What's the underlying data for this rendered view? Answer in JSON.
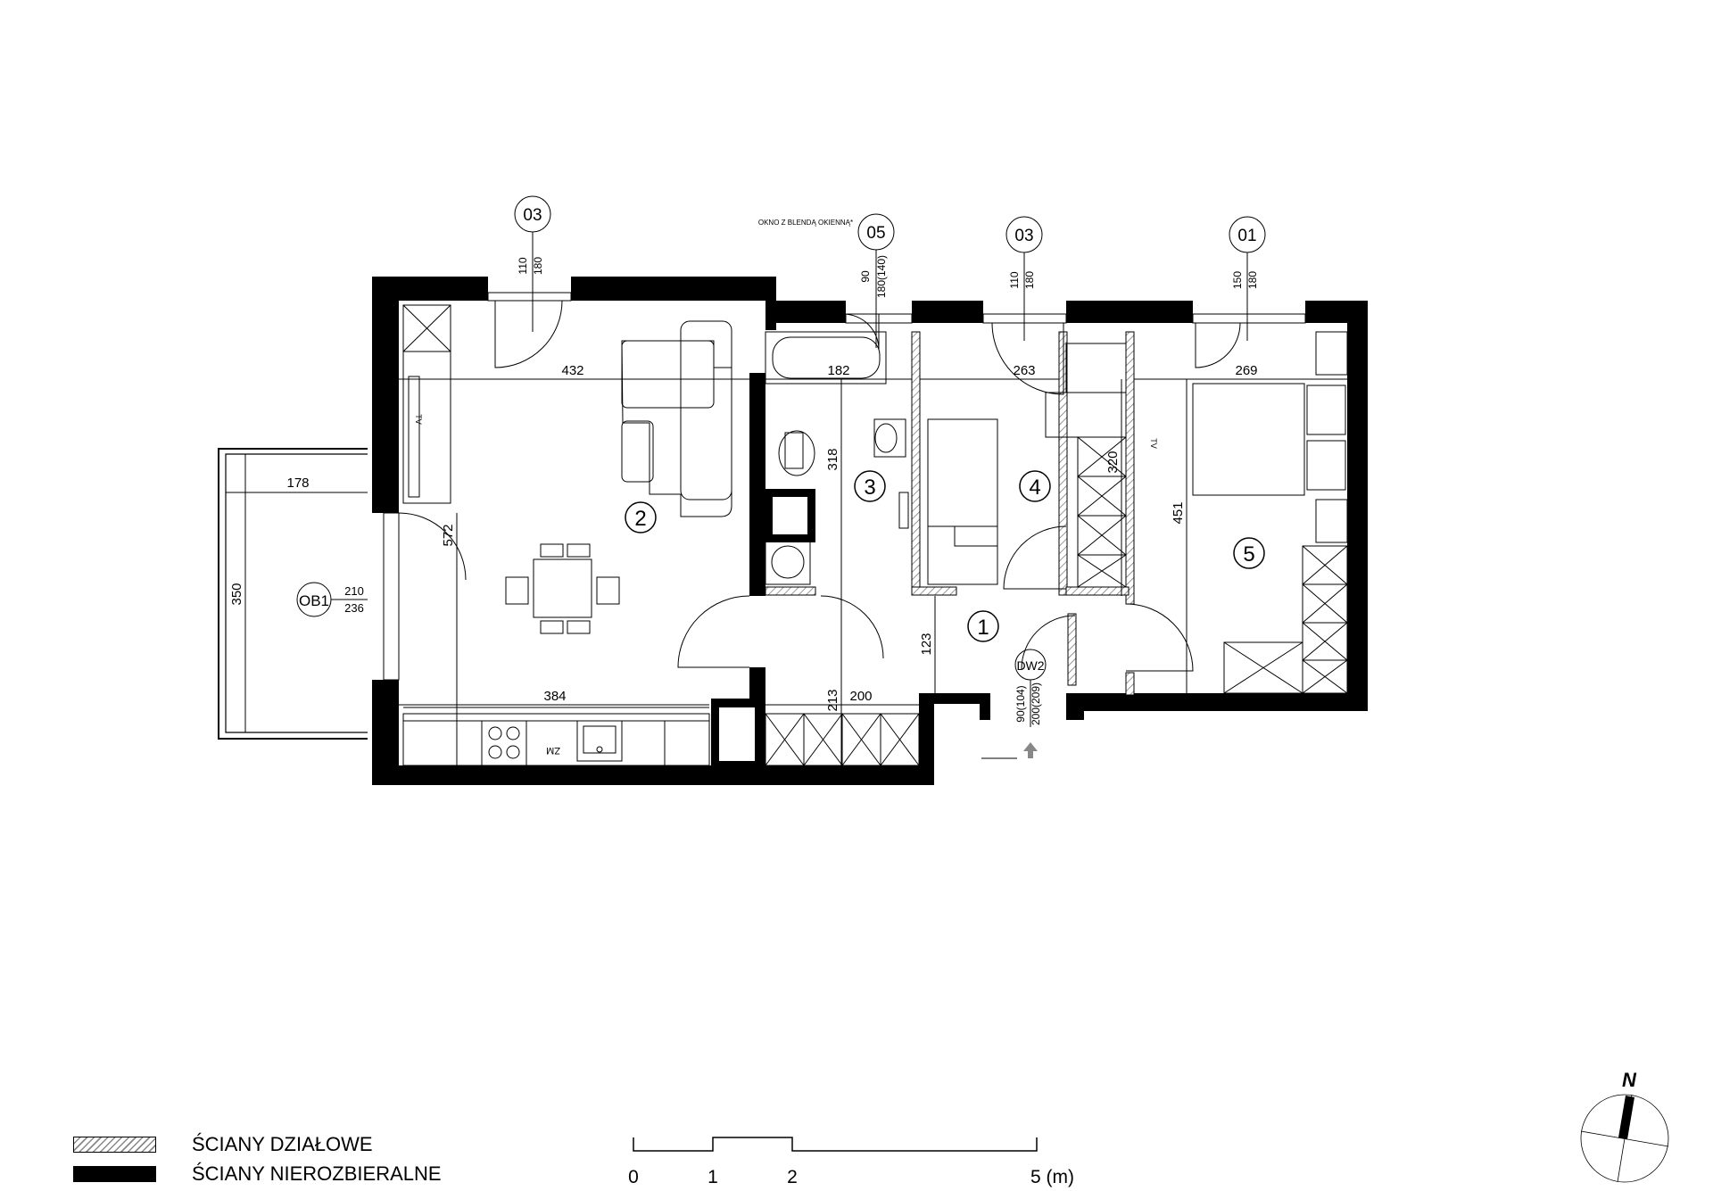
{
  "colors": {
    "wall": "#000000",
    "line": "#000000",
    "hatch": "#888888",
    "background": "#ffffff"
  },
  "rooms": [
    {
      "id": "room-1",
      "number": "1"
    },
    {
      "id": "room-2",
      "number": "2"
    },
    {
      "id": "room-3",
      "number": "3"
    },
    {
      "id": "room-4",
      "number": "4"
    },
    {
      "id": "room-5",
      "number": "5"
    }
  ],
  "windows": [
    {
      "id": "window-03-left",
      "code": "03",
      "width": "110",
      "height": "180"
    },
    {
      "id": "window-05",
      "code": "05",
      "width": "90",
      "height": "180(140)"
    },
    {
      "id": "window-03-mid",
      "code": "03",
      "width": "110",
      "height": "180"
    },
    {
      "id": "window-01",
      "code": "01",
      "width": "150",
      "height": "180"
    }
  ],
  "balcony_door": {
    "code": "OB1",
    "width": "210",
    "height": "236"
  },
  "entry_door": {
    "code": "DW2",
    "width": "90(104)",
    "height": "200(209)"
  },
  "window_note": "OKNO Z BLENDĄ OKIENNĄ*",
  "dimensions": {
    "d432": "432",
    "d182": "182",
    "d263": "263",
    "d269": "269",
    "d178": "178",
    "d350": "350",
    "d572": "572",
    "d384": "384",
    "d318": "318",
    "d320": "320",
    "d451": "451",
    "d123": "123",
    "d213": "213",
    "d200": "200"
  },
  "fixture_labels": {
    "tv": "TV",
    "zm": "ZM"
  },
  "legend": [
    {
      "id": "partition",
      "label": "ŚCIANY DZIAŁOWE",
      "style": "hatched"
    },
    {
      "id": "structural",
      "label": "ŚCIANY NIEROZBIERALNE",
      "style": "solid"
    }
  ],
  "scale_bar": {
    "ticks": [
      "0",
      "1",
      "2",
      "5 (m)"
    ]
  },
  "north": {
    "label": "N"
  }
}
